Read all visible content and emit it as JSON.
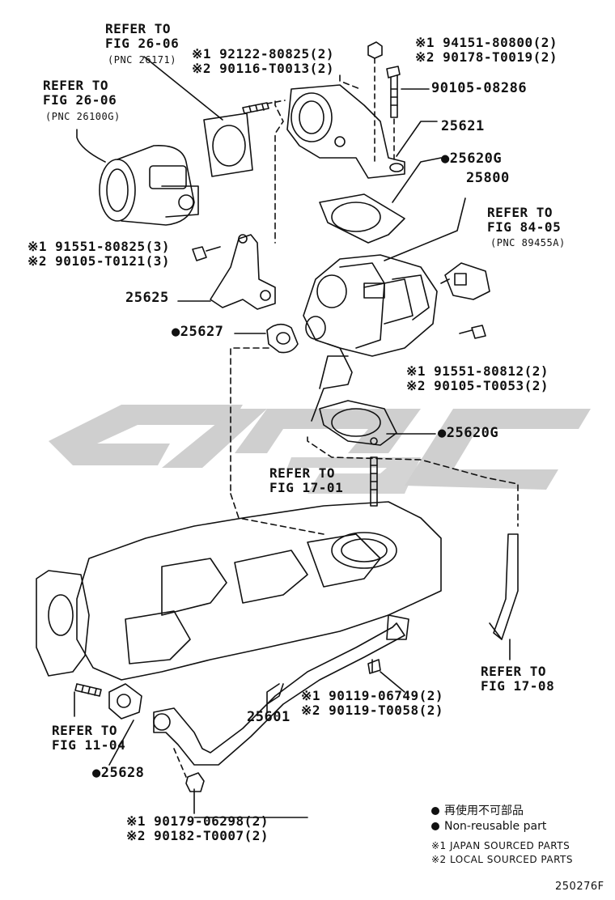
{
  "refs": {
    "fig2606_a": "REFER TO\nFIG 26-06",
    "fig2606_a_pnc": "(PNC 26171)",
    "fig2606_b": "REFER TO\nFIG 26-06",
    "fig2606_b_pnc": "(PNC 26100G)",
    "fig8405": "REFER TO\nFIG 84-05",
    "fig8405_pnc": "(PNC 89455A)",
    "fig1701": "REFER TO\nFIG 17-01",
    "fig1708": "REFER TO\nFIG 17-08",
    "fig1104": "REFER TO\nFIG 11-04"
  },
  "parts": {
    "stud": "※1 92122-80825(2)\n※2 90116-T0013(2)",
    "nut_top": "※1 94151-80800(2)\n※2 90178-T0019(2)",
    "bolt_top": "90105-08286",
    "p25621": "25621",
    "p25620g_top": "●25620G",
    "p25800": "25800",
    "bolt_left": "※1 91551-80825(3)\n※2 90105-T0121(3)",
    "p25625": "25625",
    "p25627": "●25627",
    "bolt_right": "※1 91551-80812(2)\n※2 90105-T0053(2)",
    "p25620g_mid": "●25620G",
    "bolt_pipe": "※1 90119-06749(2)\n※2 90119-T0058(2)",
    "p25601": "25601",
    "p25628": "●25628",
    "nut_bottom": "※1 90179-06298(2)\n※2 90182-T0007(2)"
  },
  "legend": {
    "jp": "再使用不可部品",
    "en": "Non-reusable part",
    "src1": "※1 JAPAN SOURCED PARTS",
    "src2": "※2 LOCAL SOURCED PARTS"
  },
  "code": "250276F",
  "colors": {
    "line": "#111111",
    "watermark": "#c8c8c8"
  }
}
